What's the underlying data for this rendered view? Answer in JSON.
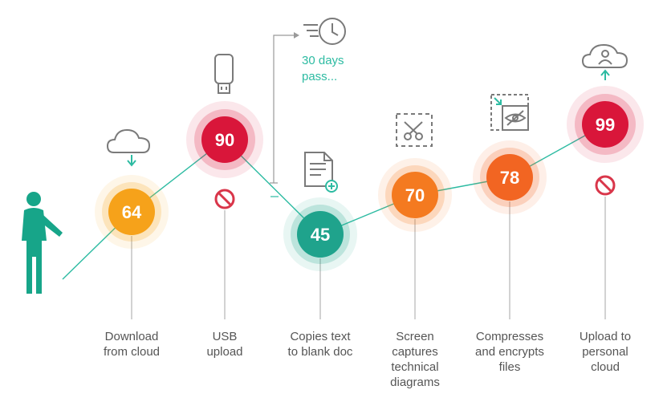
{
  "colors": {
    "person": "#17a589",
    "connector": "#2dbba2",
    "icon_stroke": "#7a7a7a",
    "block_red": "#d9364a",
    "text": "#555555",
    "note_text": "#2dbba2"
  },
  "note": {
    "text": "30 days\npass...",
    "icon": "clock-icon"
  },
  "steps": [
    {
      "score": "64",
      "color": "#f6a21a",
      "label": "Download\nfrom cloud",
      "icon": "cloud-download-icon",
      "blocked": false
    },
    {
      "score": "90",
      "color": "#d9163a",
      "label": "USB\nupload",
      "icon": "usb-drive-icon",
      "blocked": true
    },
    {
      "score": "45",
      "color": "#1fa38c",
      "label": "Copies text\nto blank doc",
      "icon": "new-document-icon",
      "blocked": false
    },
    {
      "score": "70",
      "color": "#f47a20",
      "label": "Screen\ncaptures\ntechnical\ndiagrams",
      "icon": "screen-capture-icon",
      "blocked": false
    },
    {
      "score": "78",
      "color": "#f26522",
      "label": "Compresses\nand encrypts\nfiles",
      "icon": "encrypt-file-icon",
      "blocked": false
    },
    {
      "score": "99",
      "color": "#d9163a",
      "label": "Upload to\npersonal\ncloud",
      "icon": "cloud-upload-icon",
      "blocked": true
    }
  ]
}
